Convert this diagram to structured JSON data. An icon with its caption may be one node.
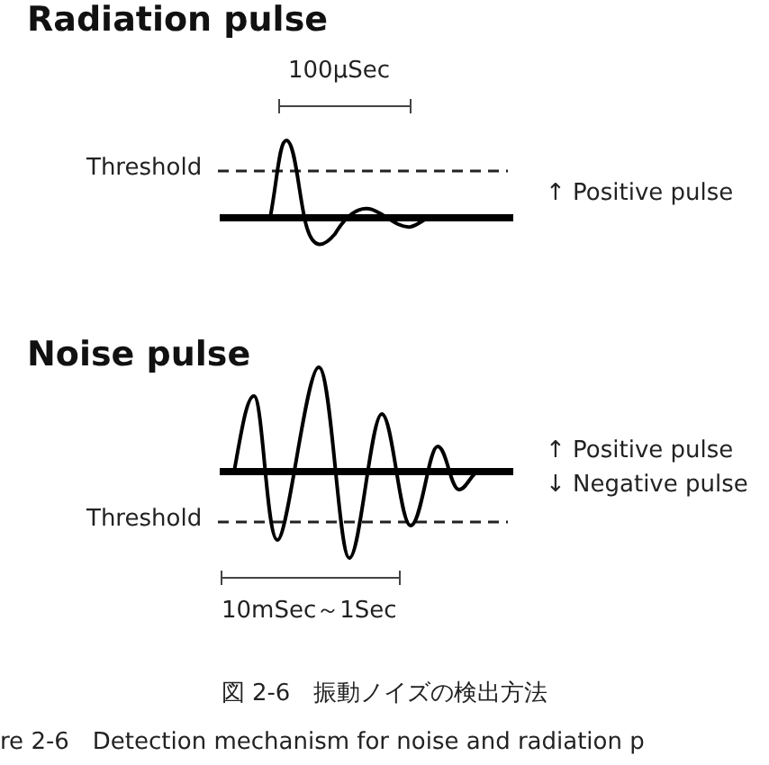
{
  "diagram": {
    "caption": "図 2-6　振動ノイズの検出方法",
    "labels": [
      "Radiation pulse",
      "100μSec",
      "Threshold",
      "↑ Positive pulse",
      "Noise pulse",
      "↑ Positive pulse",
      "↓ Negative pulse",
      "Threshold",
      "10mSec～1Sec",
      "re 2-6　Detection mechanism for noise and radiation p"
    ]
  }
}
